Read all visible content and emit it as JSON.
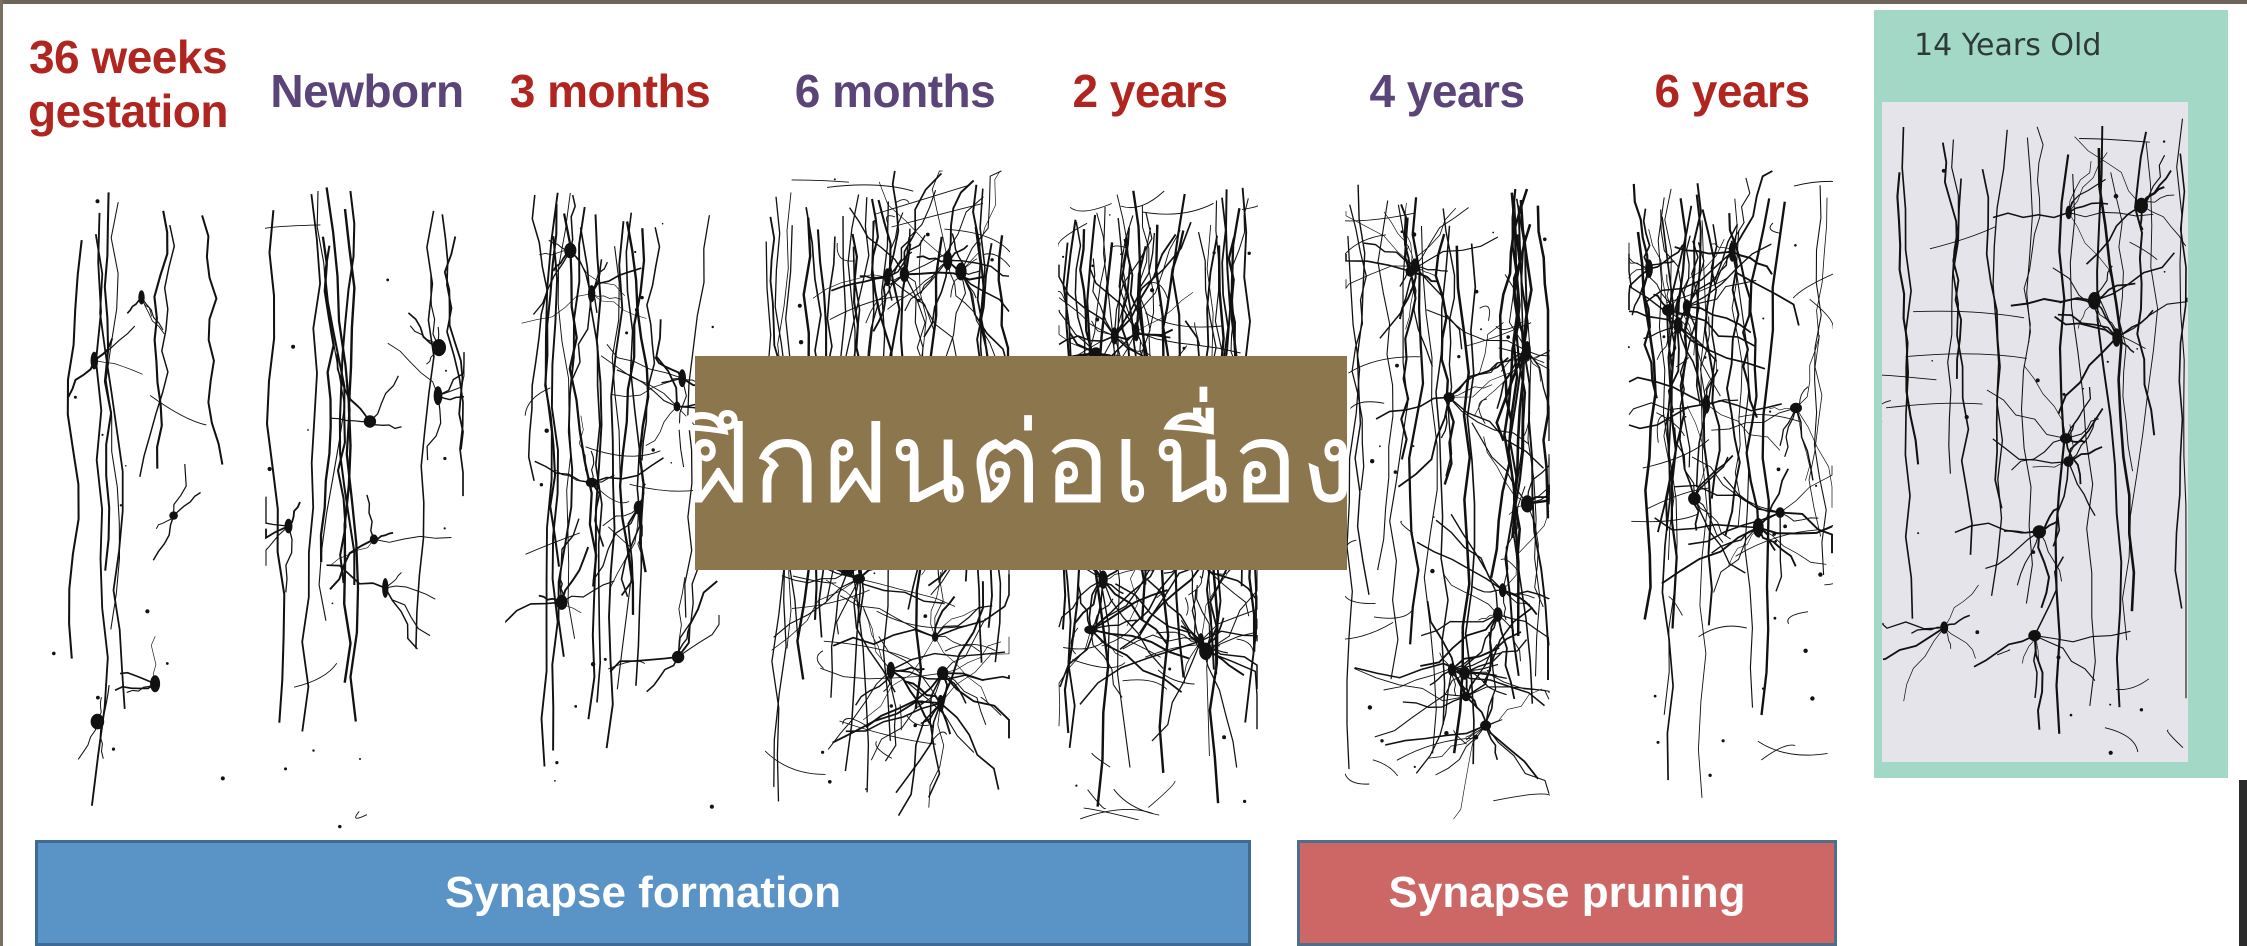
{
  "stages": [
    {
      "id": "s36w",
      "label": "36 weeks\ngestation",
      "color": "#b0251f",
      "density": 0.15
    },
    {
      "id": "newborn",
      "label": "Newborn",
      "color": "#5a4478",
      "density": 0.25
    },
    {
      "id": "m3",
      "label": "3 months",
      "color": "#b0251f",
      "density": 0.45
    },
    {
      "id": "m6",
      "label": "6 months",
      "color": "#5a4478",
      "density": 0.9
    },
    {
      "id": "y2",
      "label": "2 years",
      "color": "#b0251f",
      "density": 1.0
    },
    {
      "id": "y4",
      "label": "4 years",
      "color": "#5a4478",
      "density": 0.75
    },
    {
      "id": "y6",
      "label": "6 years",
      "color": "#b0251f",
      "density": 0.7
    }
  ],
  "panel_14": {
    "label": "14 Years Old",
    "density": 0.55
  },
  "overlay": {
    "text": "ฝึกฝนต่อเนื่อง"
  },
  "bars": {
    "formation": {
      "label": "Synapse formation",
      "color": "#5a93c6"
    },
    "pruning": {
      "label": "Synapse pruning",
      "color": "#cd6766"
    }
  }
}
